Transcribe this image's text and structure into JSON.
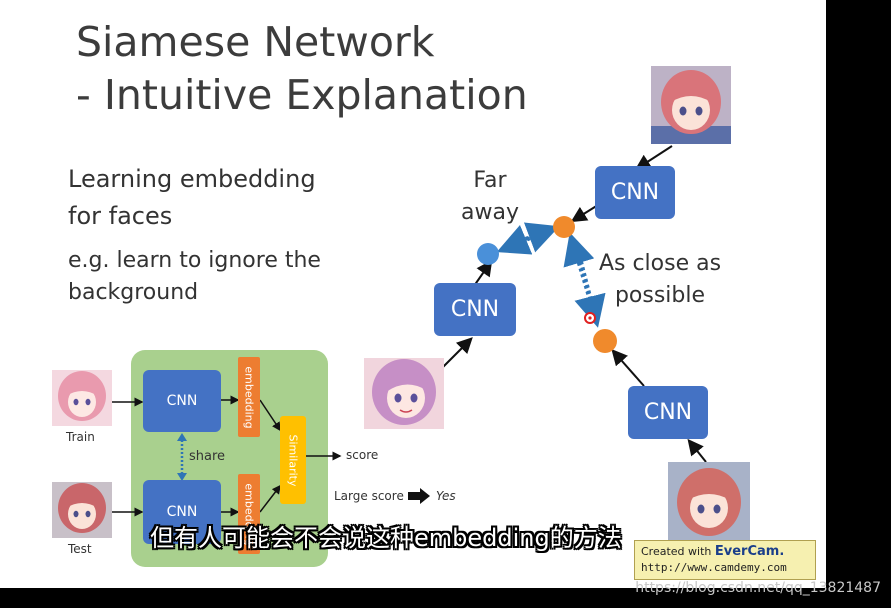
{
  "slide": {
    "title_line1": "Siamese Network",
    "title_line2": "- Intuitive Explanation",
    "text_line1": "Learning embedding",
    "text_line2": "for faces",
    "example_line1": "e.g. learn to ignore the",
    "example_line2": "background"
  },
  "diagram": {
    "cnn_label": "CNN",
    "far_line1": "Far",
    "far_line2": "away",
    "close_line1": "As close as",
    "close_line2": "possible"
  },
  "inset": {
    "cnn_label": "CNN",
    "embedding_label": "embedding",
    "similarity_label": "Similarity",
    "share_label": "share",
    "score_label": "score",
    "large_score_label": "Large score",
    "yes_label": "Yes",
    "train_label": "Train",
    "test_label": "Test"
  },
  "subtitle": "但有人可能会不会说这种embedding的方法",
  "evercam": {
    "created_with": "Created with",
    "brand": "EverCam.",
    "url": "http://www.camdemy.com"
  },
  "watermark": "https://blog.csdn.net/qq_13821487",
  "colors": {
    "cnn_blue": "#4472c4",
    "embedding_orange": "#ed7d31",
    "similarity_yellow": "#ffc000",
    "inset_green": "#a9d08e",
    "point_blue": "#4a90d9",
    "point_orange": "#f08a2c",
    "dotted_arrow": "#2e75b6"
  },
  "icons": [
    "face-purple-haired-girl",
    "face-pink-haired-girl",
    "face-red-haired-girl",
    "arrow-right-black"
  ]
}
